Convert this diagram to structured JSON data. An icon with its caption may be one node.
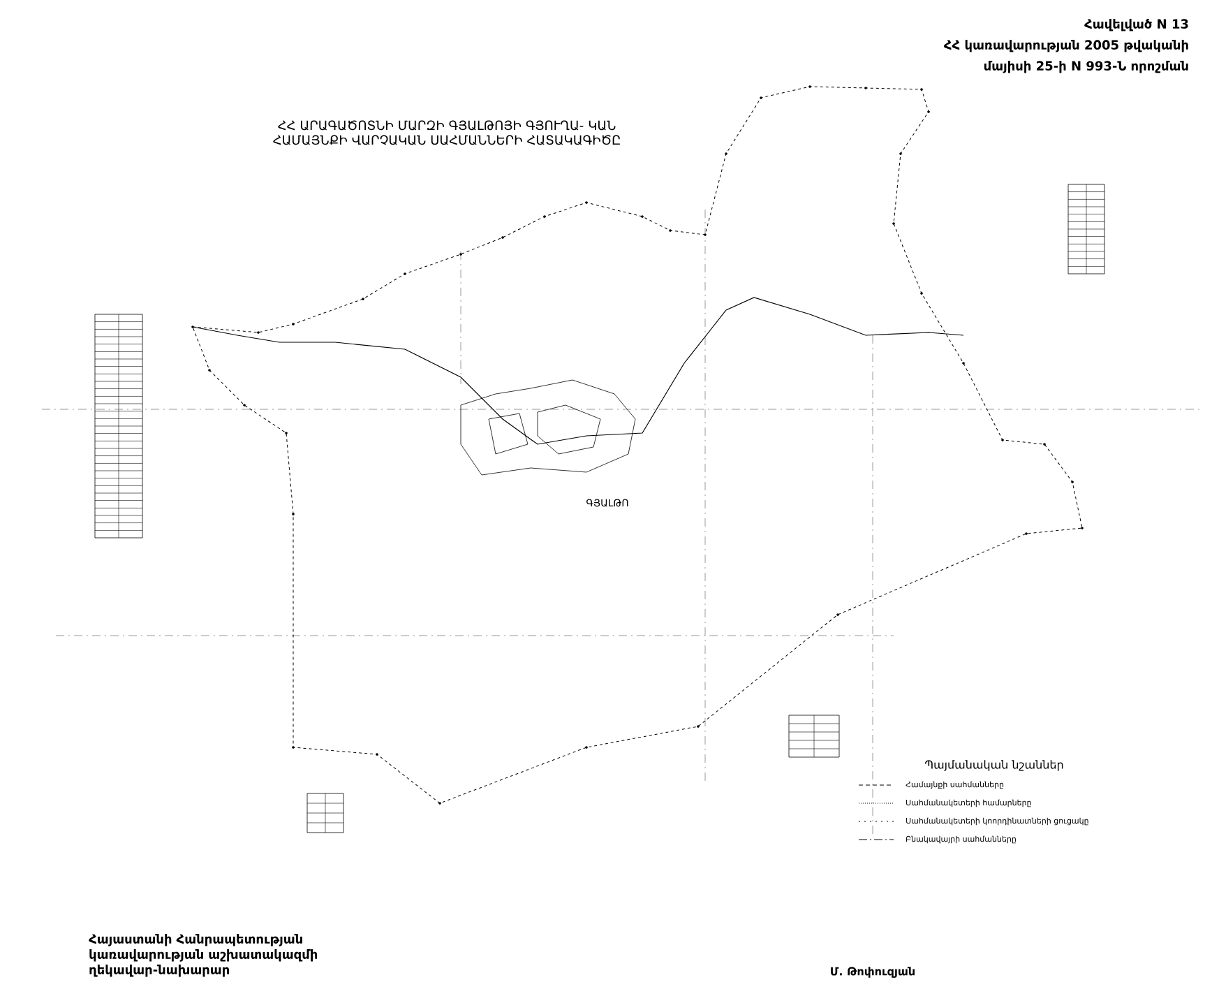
{
  "diagram": {
    "title": "ՀՀ ԱՐԱԳԱԾՈՏՆԻ ՄԱՐԶԻ ԳՅԱԼԹՈՅԻ ԳՅՈՒՂԱ- ԿԱՆ ՀԱՄԱՅՆՔԻ ՎԱՐՉԱԿԱՆ ՍԱՀՄԱՆՆԵՐԻ ՀԱՏԱԿԱԳԻԾԸ",
    "labels": [
      "Հավելված N 13",
      "ՀՀ կառավարության 2005 թվականի",
      "մայիսի 25-ի N 993-Ն որոշման",
      "ԳՅԱԼԹՈ",
      "Պայմանական նշաններ",
      "Հայաստանի Հանրապետության կառավարության աշխատակազմի ղեկավար-նախարար",
      "Մ. Թոփուզյան"
    ],
    "legend": [
      {
        "text": "Համայնքի սահմանները"
      },
      {
        "text": "Սահմանակետերի համարները"
      },
      {
        "text": "Սահմանակետերի կոորդինատների ցուցակը"
      },
      {
        "text": "Բնակավայրի սահմանները"
      }
    ]
  }
}
